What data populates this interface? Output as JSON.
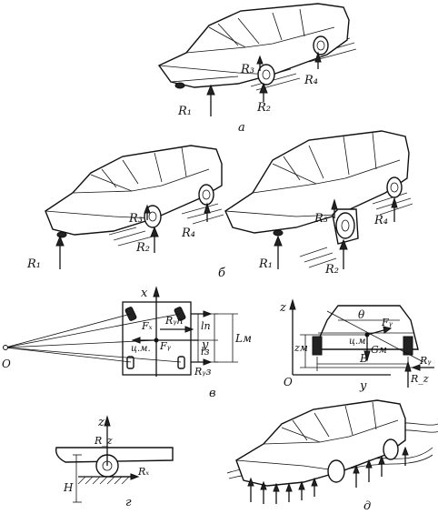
{
  "panels": {
    "a": {
      "caption": "а",
      "labels": {
        "r1": "R₁",
        "r2": "R₂",
        "r3": "R₃",
        "r4": "R₄"
      }
    },
    "b": {
      "caption": "б",
      "left": {
        "r1": "R₁",
        "r2": "R₂",
        "r3": "R₃",
        "r4": "R₄"
      },
      "right": {
        "r1": "R₁",
        "r2": "R₂",
        "r3": "R₃",
        "r4": "R₄"
      }
    },
    "v": {
      "caption": "в",
      "labels": {
        "x": "x",
        "y": "y",
        "fx": "Fₓ",
        "fy": "Fᵧ",
        "ryp": "Rᵧп",
        "ryz": "Rᵧз",
        "cm": "ц.м.",
        "ln": "lп",
        "lz": "lз",
        "lm": "Lм",
        "o": "O"
      }
    },
    "z_side": {
      "labels": {
        "z": "z",
        "y": "y",
        "o": "O",
        "theta": "θ",
        "fy": "Fᵧ",
        "cm": "ц.м.",
        "zm": "zм",
        "gm": "Gм",
        "b": "B",
        "ry": "Rᵧ",
        "rz": "R_z"
      }
    },
    "g": {
      "caption": "г",
      "labels": {
        "z": "z",
        "rz": "R_z",
        "rx": "Rₓ",
        "h": "H"
      }
    },
    "d": {
      "caption": "д"
    }
  }
}
